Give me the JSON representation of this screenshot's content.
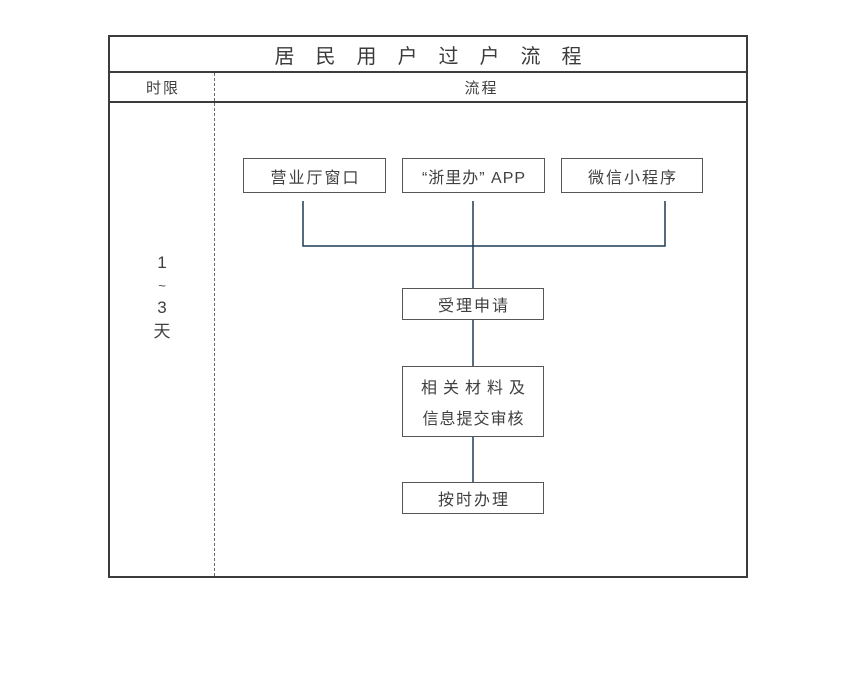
{
  "title": "居民用户过户流程",
  "header": {
    "time_col": "时限",
    "flow_col": "流程"
  },
  "time_limit": {
    "lines": [
      "1",
      "~",
      "3",
      "天"
    ]
  },
  "flow": {
    "channels": [
      {
        "label": "营业厅窗口"
      },
      {
        "label": "“浙里办” APP"
      },
      {
        "label": "微信小程序"
      }
    ],
    "steps": [
      {
        "label": "受理申请"
      },
      {
        "lines": [
          "相关材料及",
          "信息提交审核"
        ]
      },
      {
        "label": "按时办理"
      }
    ]
  },
  "colors": {
    "frame_border": "#3c3c3c",
    "box_border": "#565656",
    "connector": "#1d3a56",
    "divider_dashed": "#6a6a6a",
    "text": "#3f3f3f",
    "background": "#ffffff"
  }
}
